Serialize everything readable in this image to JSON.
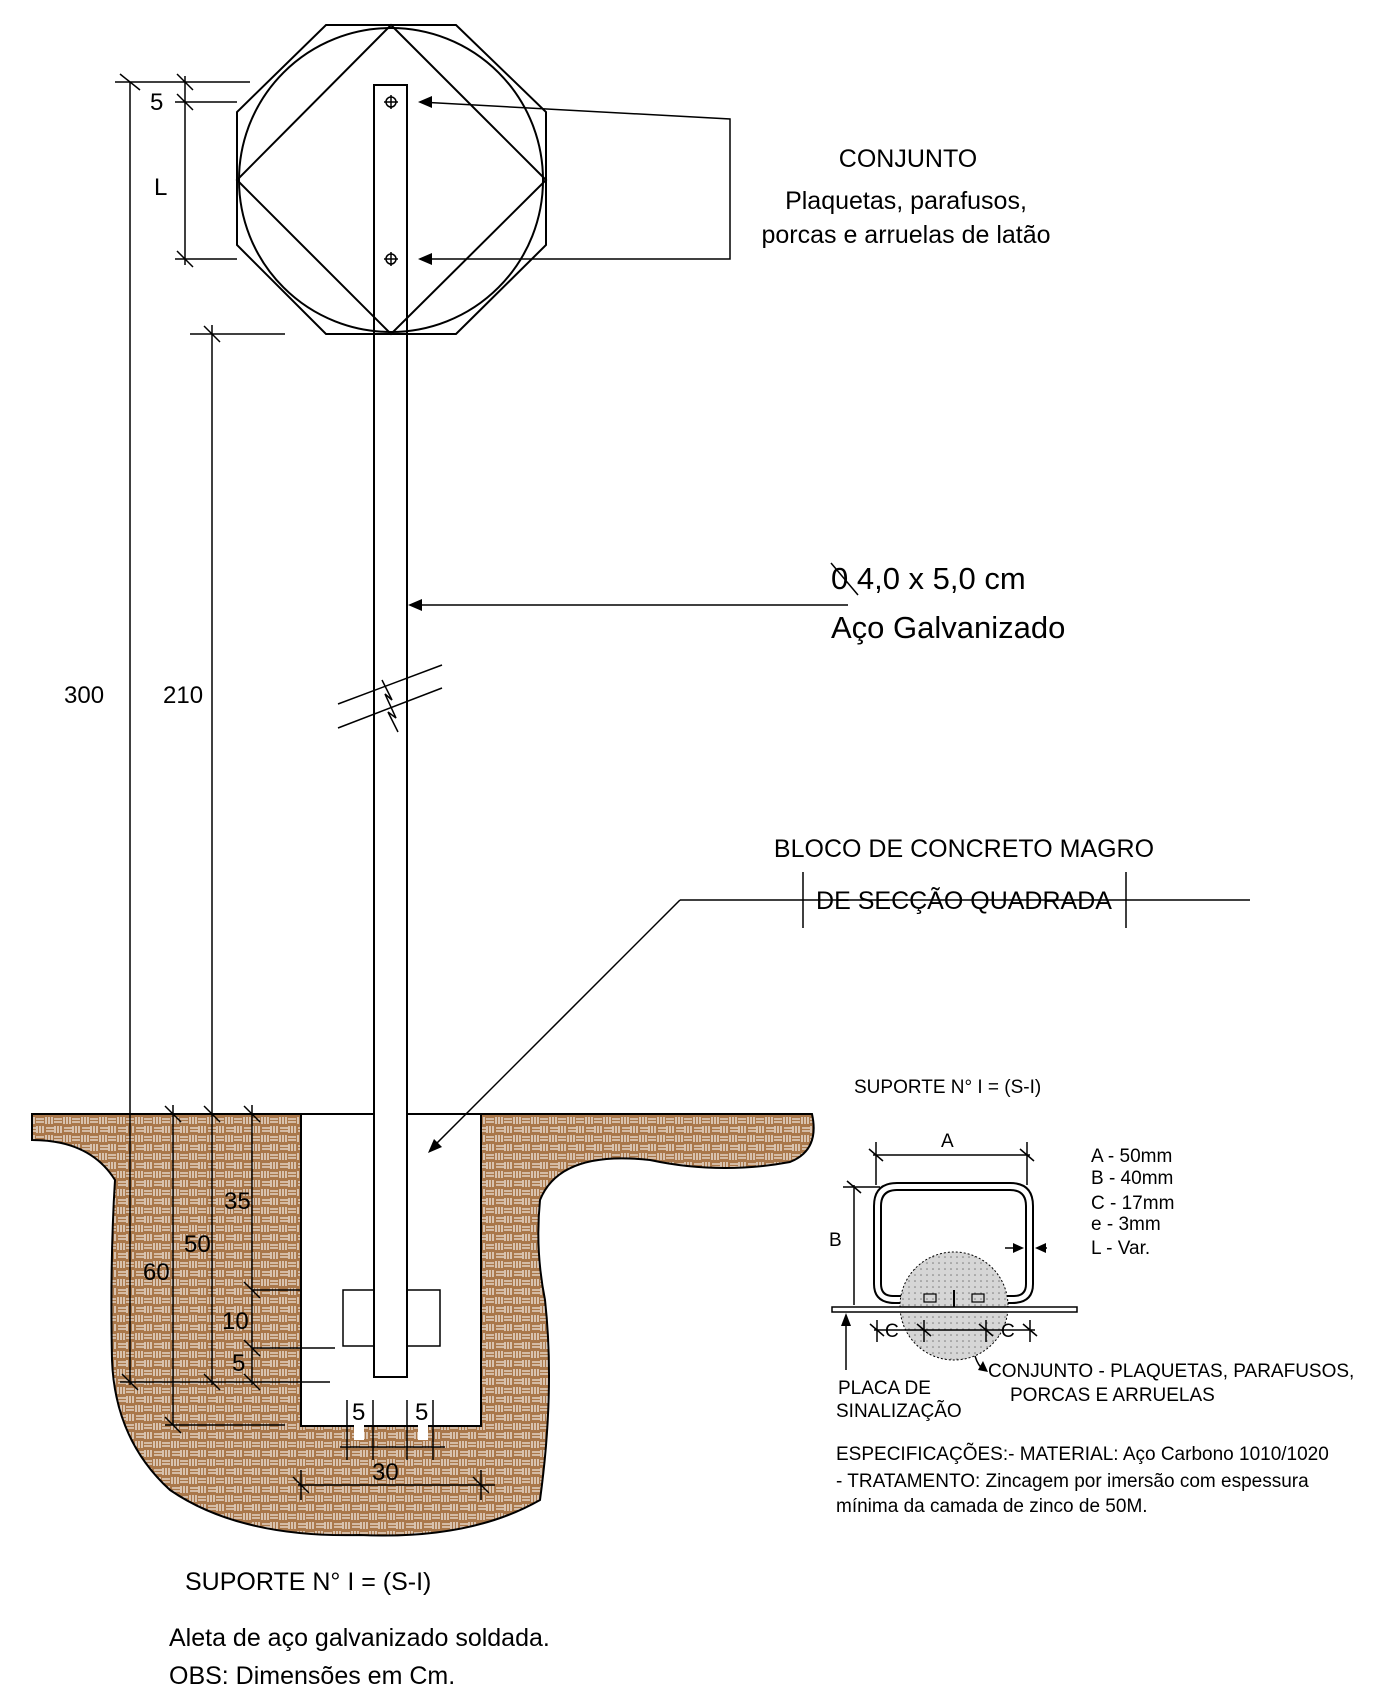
{
  "sign": {
    "conjunto_title": "CONJUNTO",
    "conjunto_line1": "Plaquetas, parafusos,",
    "conjunto_line2": "porcas e arruelas de latão"
  },
  "post": {
    "section_label": "0 4,0 x 5,0 cm",
    "material_label": "Aço Galvanizado"
  },
  "block": {
    "label_line1": "BLOCO DE CONCRETO MAGRO",
    "label_line2": "DE SECÇÃO QUADRADA"
  },
  "dimensions": {
    "top_offset": "5",
    "hole_spacing": "L",
    "total_height": "300",
    "clear_height": "210",
    "embed_35": "35",
    "embed_50": "50",
    "embed_60": "60",
    "embed_10": "10",
    "embed_5": "5",
    "fin_left": "5",
    "fin_right": "5",
    "block_width": "30"
  },
  "section_detail": {
    "title": "SUPORTE N° I = (S-I)",
    "dim_a": "A",
    "dim_b": "B",
    "dim_c_left": "C",
    "dim_c_right": "C",
    "specs": [
      "A - 50mm",
      "B - 40mm",
      "C - 17mm",
      "e -  3mm",
      "L - Var."
    ],
    "plate_label_line1": "PLACA DE",
    "plate_label_line2": "SINALIZAÇÃO",
    "conjunto_line1": "CONJUNTO - PLAQUETAS, PARAFUSOS,",
    "conjunto_line2": "PORCAS E ARRUELAS",
    "spec_line1": "ESPECIFICAÇÕES:- MATERIAL: Aço Carbono 1010/1020",
    "spec_line2": "- TRATAMENTO: Zincagem por imersão com espessura",
    "spec_line3": "mínima da camada de zinco de 50M."
  },
  "footer": {
    "title": "SUPORTE N° I = (S-I)",
    "note1": "Aleta de aço galvanizado soldada.",
    "note2": "OBS: Dimensões em Cm."
  },
  "colors": {
    "soil": "#a9774a",
    "soil_pattern": "#ffffff",
    "line": "#000000",
    "detail_circle": "#d6d6d6"
  }
}
